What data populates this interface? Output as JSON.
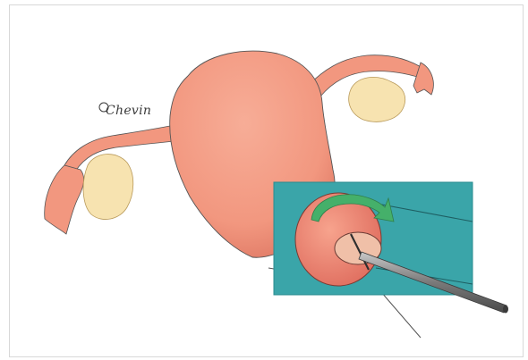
{
  "illustration": {
    "subject": "uterus-with-ovaries-and-fallopian-tubes",
    "inset": "cervix-close-up-with-rotating-instrument",
    "signature": "Chevin",
    "colors": {
      "uterus": "#f2977f",
      "uterus_shadow": "#e07a66",
      "ovary": "#f7e3b0",
      "inset_background": "#3aa5a9",
      "arrow": "#45b06a",
      "instrument": "#8e8e8e",
      "frame": "#d8d8d8"
    }
  }
}
